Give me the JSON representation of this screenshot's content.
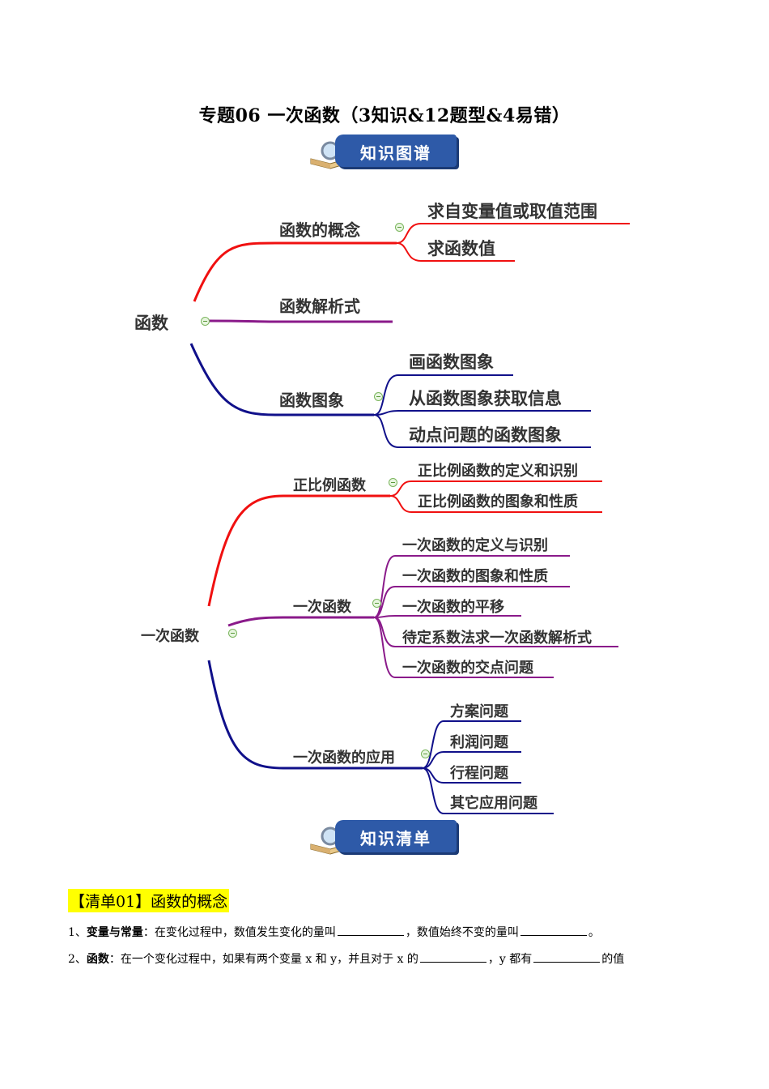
{
  "title": "专题06  一次函数（3知识&12题型&4易错）",
  "banners": {
    "map": "知识图谱",
    "list": "知识清单"
  },
  "mindmap1": {
    "root": "函数",
    "branch1": "函数的概念",
    "branch1_children": [
      "求自变量值或取值范围",
      "求函数值"
    ],
    "branch2": "函数解析式",
    "branch3": "函数图象",
    "branch3_children": [
      "画函数图象",
      "从函数图象获取信息",
      "动点问题的函数图象"
    ]
  },
  "mindmap2": {
    "root": "一次函数",
    "branch1": "正比例函数",
    "branch1_children": [
      "正比例函数的定义和识别",
      "正比例函数的图象和性质"
    ],
    "branch2": "一次函数",
    "branch2_children": [
      "一次函数的定义与识别",
      "一次函数的图象和性质",
      "一次函数的平移",
      "待定系数法求一次函数解析式",
      "一次函数的交点问题"
    ],
    "branch3": "一次函数的应用",
    "branch3_children": [
      "方案问题",
      "利润问题",
      "行程问题",
      "其它应用问题"
    ]
  },
  "colors": {
    "red": "#f01010",
    "purple": "#8a1a8a",
    "navy": "#10108a",
    "banner_blue": "#2e5aa8",
    "highlight": "#ffff00"
  },
  "section": {
    "heading": "【清单01】函数的概念",
    "item1_num": "1、",
    "item1_term": "变量与常量",
    "item1_text_a": "：在变化过程中，数值发生变化的量叫",
    "item1_text_b": "，数值始终不变的量叫",
    "item1_text_c": "。",
    "item2_num": "2、",
    "item2_term": "函数",
    "item2_text_a": "：在一个变化过程中，如果有两个变量 x 和 y，并且对于 x 的",
    "item2_text_b": "，y 都有",
    "item2_text_c": "的值"
  }
}
